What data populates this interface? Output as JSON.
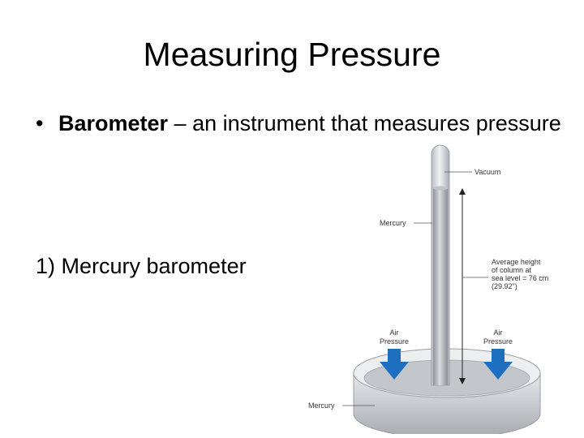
{
  "slide": {
    "title": "Measuring Pressure",
    "bullet": {
      "marker": "•",
      "term": "Barometer",
      "rest": " – an instrument that measures pressure"
    },
    "numbered_item": "1)  Mercury barometer"
  },
  "diagram": {
    "labels": {
      "vacuum": "Vacuum",
      "mercury_column": "Mercury",
      "avg_height_line1": "Average height",
      "avg_height_line2": "of column at",
      "avg_height_line3": "sea level = 76 cm",
      "avg_height_line4": "(29.92\")",
      "air_pressure_left_1": "Air",
      "air_pressure_left_2": "Pressure",
      "air_pressure_right_1": "Air",
      "air_pressure_right_2": "Pressure",
      "mercury_dish": "Mercury"
    },
    "colors": {
      "arrow": "#1f6fc0",
      "tube": "#cfd3d8",
      "mercury": "#a9aeb5",
      "dish": "#c9ccd1"
    }
  }
}
